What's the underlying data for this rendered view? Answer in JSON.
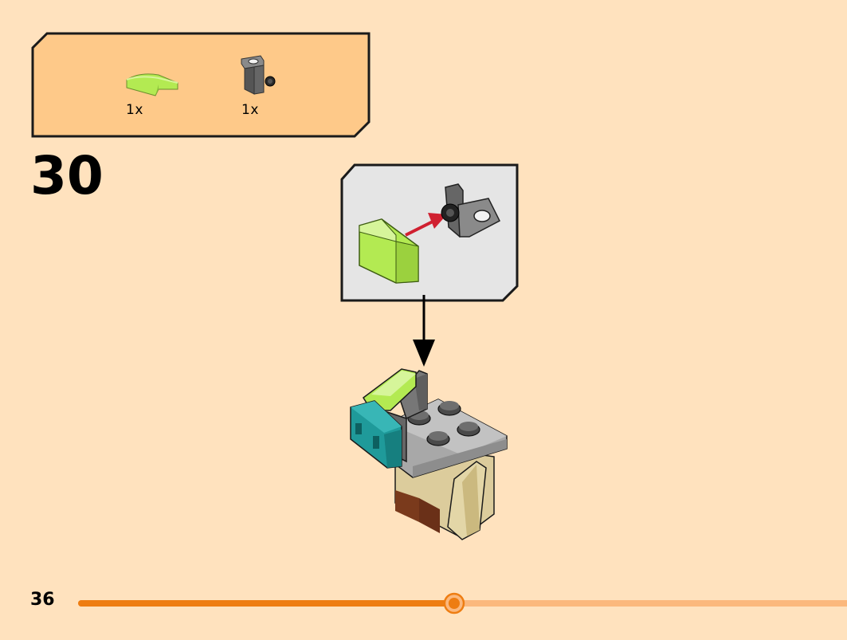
{
  "colors": {
    "background": "#FFE2BE",
    "parts_box_fill": "#FEC989",
    "progress_done": "#EE7D12",
    "progress_remaining": "#FBB87D",
    "callout_fill": "#E5E5E5",
    "lime": "#B3EA52",
    "dark_gray": "#666666",
    "light_gray": "#A8A8A8",
    "teal": "#1F9A9A",
    "tan": "#DCCC9C",
    "brown": "#7A3A1C",
    "red_arrow": "#D02030"
  },
  "parts_list": [
    {
      "icon": "lime-curved-slope-icon",
      "count": "1x"
    },
    {
      "icon": "bracket-plate-icon",
      "count": "1x"
    }
  ],
  "step": {
    "number": "30"
  },
  "page": {
    "number": "36"
  },
  "progress": {
    "fraction": 0.49
  }
}
